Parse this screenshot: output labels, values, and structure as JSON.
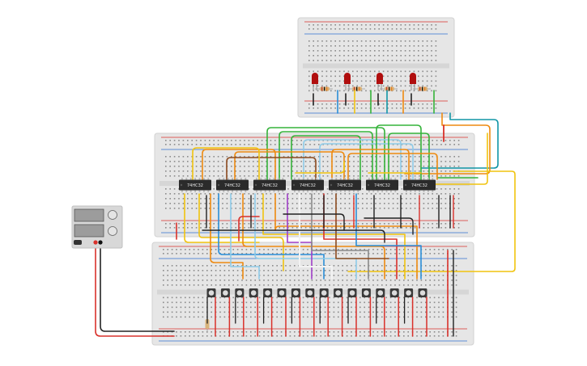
{
  "canvas": {
    "background": "#ffffff"
  },
  "colors": {
    "breadboard": "#e6e6e6",
    "breadboard_edge": "#d2d2d2",
    "hole": "#8c8c8c",
    "rail_red": "#d9312b",
    "rail_blue": "#2f6fcf",
    "chip": "#2b2b2b",
    "led": "#b00e0e",
    "power_supply": "#d8d8d8",
    "button_body": "#3a3a3a",
    "wire_red": "#d9312b",
    "wire_black": "#222222",
    "wire_orange": "#ee8a10",
    "wire_yellow": "#f1c40f",
    "wire_green": "#35b33a",
    "wire_blue": "#2a8ed8",
    "wire_teal": "#1296a6",
    "wire_lightblue": "#8ecbe8",
    "wire_purple": "#a13fc9",
    "wire_brown": "#8b4a1f",
    "wire_white": "#f3f3f3",
    "wire_gray": "#8a8a8a"
  },
  "chips": [
    {
      "label": "74HC32"
    },
    {
      "label": "74HC32"
    },
    {
      "label": "74HC32"
    },
    {
      "label": "74HC32"
    },
    {
      "label": "74HC32"
    },
    {
      "label": "74HC32"
    },
    {
      "label": "74HC32"
    }
  ],
  "leds_count": 4,
  "buttons_count": 16,
  "icons": {
    "power_supply": "power-supply-icon",
    "chip": "ic-chip-icon",
    "led": "led-icon",
    "resistor": "resistor-icon",
    "button": "pushbutton-icon"
  }
}
